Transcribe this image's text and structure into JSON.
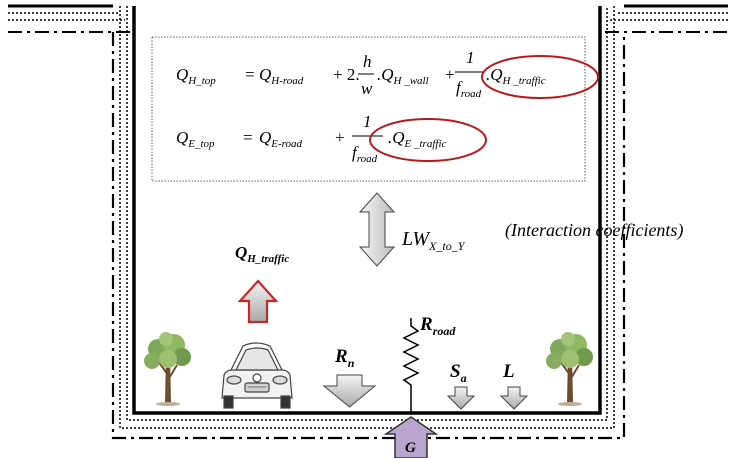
{
  "equations": {
    "eq1": {
      "lhs": "Q",
      "lhs_sub": "H_top",
      "t1": "Q",
      "t1_sub": "H-road",
      "plus1": "+ 2.",
      "frac1_num": "h",
      "frac1_den": "w",
      "t2": ".Q",
      "t2_sub": "H _wall",
      "plus2": "+",
      "frac2_num": "1",
      "frac2_den": "f",
      "frac2_den_sub": "road",
      "t3": ".Q",
      "t3_sub": "H _traffic"
    },
    "eq2": {
      "lhs": "Q",
      "lhs_sub": "E_top",
      "t1": "Q",
      "t1_sub": "E-road",
      "plus1": "+",
      "frac_num": "1",
      "frac_den": "f",
      "frac_den_sub": "road",
      "t2": ".Q",
      "t2_sub": "E _traffic"
    }
  },
  "labels": {
    "lw": "LW",
    "lw_sub": "X_to_Y",
    "interaction": "(Interaction coefficients)",
    "qh_traffic": "Q",
    "qh_traffic_sub": "H_traffic",
    "rn": "R",
    "rn_sub": "n",
    "rroad": "R",
    "rroad_sub": "road",
    "sa": "S",
    "sa_sub": "a",
    "l": "L",
    "g": "G"
  },
  "colors": {
    "highlight_ellipse": "#b71c1c",
    "heat_arrow_stroke": "#c62828",
    "ground_arrow_fill": "#b9a6cf",
    "arrow_gray": "#cfcfcf"
  },
  "icons": [
    "tree-icon",
    "car-icon",
    "tree-icon"
  ]
}
